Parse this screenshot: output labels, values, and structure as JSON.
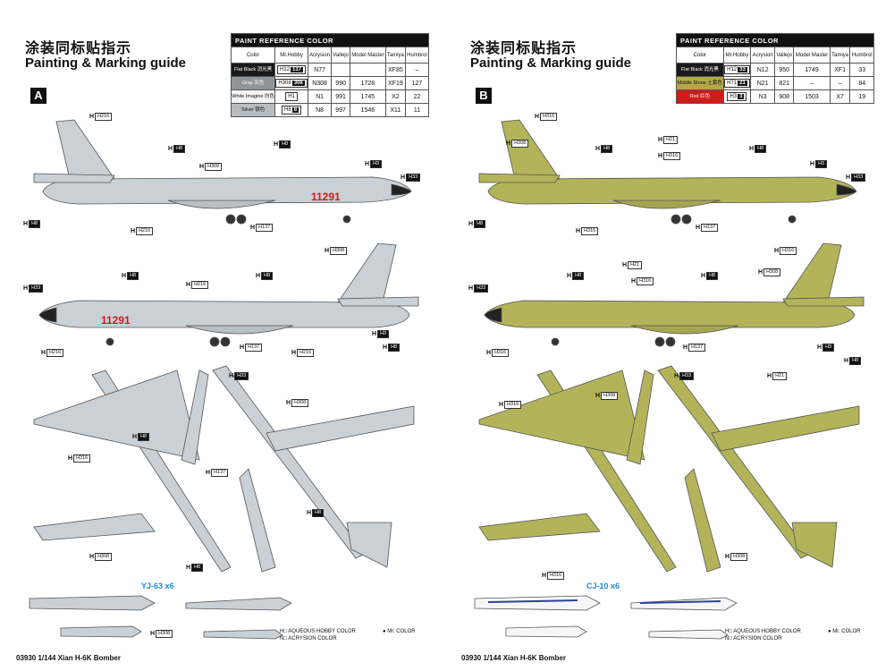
{
  "sheets": [
    {
      "title_cn": "涂装同标贴指示",
      "title_en": "Painting & Marking guide",
      "variant": "A",
      "paint_table": {
        "title": "PAINT  REFERENCE COLOR",
        "headers": [
          "Color",
          "Mr.Hobby",
          "Acrysion",
          "Vallejo",
          "Model Master",
          "Tamiya",
          "Humbrol"
        ],
        "rows": [
          {
            "color": "Flat Black 消光黑",
            "swatch": "#1a1a1a",
            "mr_hobby": "H12",
            "mr_box": "137",
            "acrysion": "N77",
            "vallejo": "",
            "model_master": "",
            "tamiya": "XF85",
            "humbrol": "–"
          },
          {
            "color": "Gray 灰色",
            "swatch": "#8e959b",
            "mr_hobby": "H308",
            "mr_box": "308",
            "acrysion": "N308",
            "vallejo": "990",
            "model_master": "1728",
            "tamiya": "XF19",
            "humbrol": "127"
          },
          {
            "color": "White Imagine 白色",
            "swatch": "#f4f4f4",
            "mr_hobby": "H1",
            "mr_box": "",
            "acrysion": "N1",
            "vallejo": "991",
            "model_master": "1745",
            "tamiya": "X2",
            "humbrol": "22"
          },
          {
            "color": "Silver 银色",
            "swatch": "#b8bcc0",
            "mr_hobby": "H8",
            "mr_box": "8",
            "acrysion": "N8",
            "vallejo": "997",
            "model_master": "1546",
            "tamiya": "X11",
            "humbrol": "11"
          }
        ]
      },
      "aircraft_color": "#c9d0d6",
      "tail_number": "11291",
      "weapon_label": "YJ-63 x6",
      "callouts": [
        "H216",
        "H8",
        "H308",
        "H8",
        "H3",
        "H33",
        "H8",
        "H216",
        "H137",
        "H308",
        "H216",
        "H33",
        "H8",
        "H8",
        "H3",
        "H8",
        "H216",
        "H137",
        "H216",
        "H33",
        "H308",
        "H8",
        "H316",
        "H137",
        "H8",
        "H308",
        "H8",
        "H308"
      ],
      "legend": {
        "h": "H□ AQUEOUS HOBBY COLOR",
        "mr": "● Mr. COLOR",
        "n": "N□ ACRYSION COLOR"
      },
      "footer": "03930 1/144 Xian H-6K Bomber"
    },
    {
      "title_cn": "涂装同标贴指示",
      "title_en": "Painting & Marking guide",
      "variant": "B",
      "paint_table": {
        "title": "PAINT  REFERENCE COLOR",
        "headers": [
          "Color",
          "Mr.Hobby",
          "Acrysion",
          "Vallejo",
          "Model Master",
          "Tamiya",
          "Humbrol"
        ],
        "rows": [
          {
            "color": "Flat Black 消光黑",
            "swatch": "#1a1a1a",
            "mr_hobby": "H12",
            "mr_box": "33",
            "acrysion": "N12",
            "vallejo": "950",
            "model_master": "1749",
            "tamiya": "XF1",
            "humbrol": "33"
          },
          {
            "color": "Middle Stone 土黄色",
            "swatch": "#b4a84a",
            "mr_hobby": "H71",
            "mr_box": "21",
            "acrysion": "N21",
            "vallejo": "821",
            "model_master": "–",
            "tamiya": "–",
            "humbrol": "84"
          },
          {
            "color": "Red 红色",
            "swatch": "#d11a1a",
            "mr_hobby": "H3",
            "mr_box": "3",
            "acrysion": "N3",
            "vallejo": "908",
            "model_master": "1503",
            "tamiya": "X7",
            "humbrol": "19"
          }
        ]
      },
      "aircraft_color": "#b3b35a",
      "tail_number": "",
      "weapon_label": "CJ-10 x6",
      "callouts": [
        "H316",
        "H308",
        "H8",
        "H21",
        "H316",
        "H8",
        "H3",
        "H33",
        "H8",
        "H137",
        "H316",
        "H21",
        "H316",
        "H8",
        "H8",
        "H316",
        "H33",
        "H308",
        "H137",
        "H316",
        "H3",
        "H8",
        "H33",
        "H316",
        "H21",
        "H308",
        "H316",
        "H308"
      ],
      "legend": {
        "h": "H□ AQUEOUS HOBBY COLOR",
        "mr": "● Mr. COLOR",
        "n": "N□ ACRYSION COLOR"
      },
      "footer": "03930 1/144 Xian H-6K Bomber"
    }
  ]
}
